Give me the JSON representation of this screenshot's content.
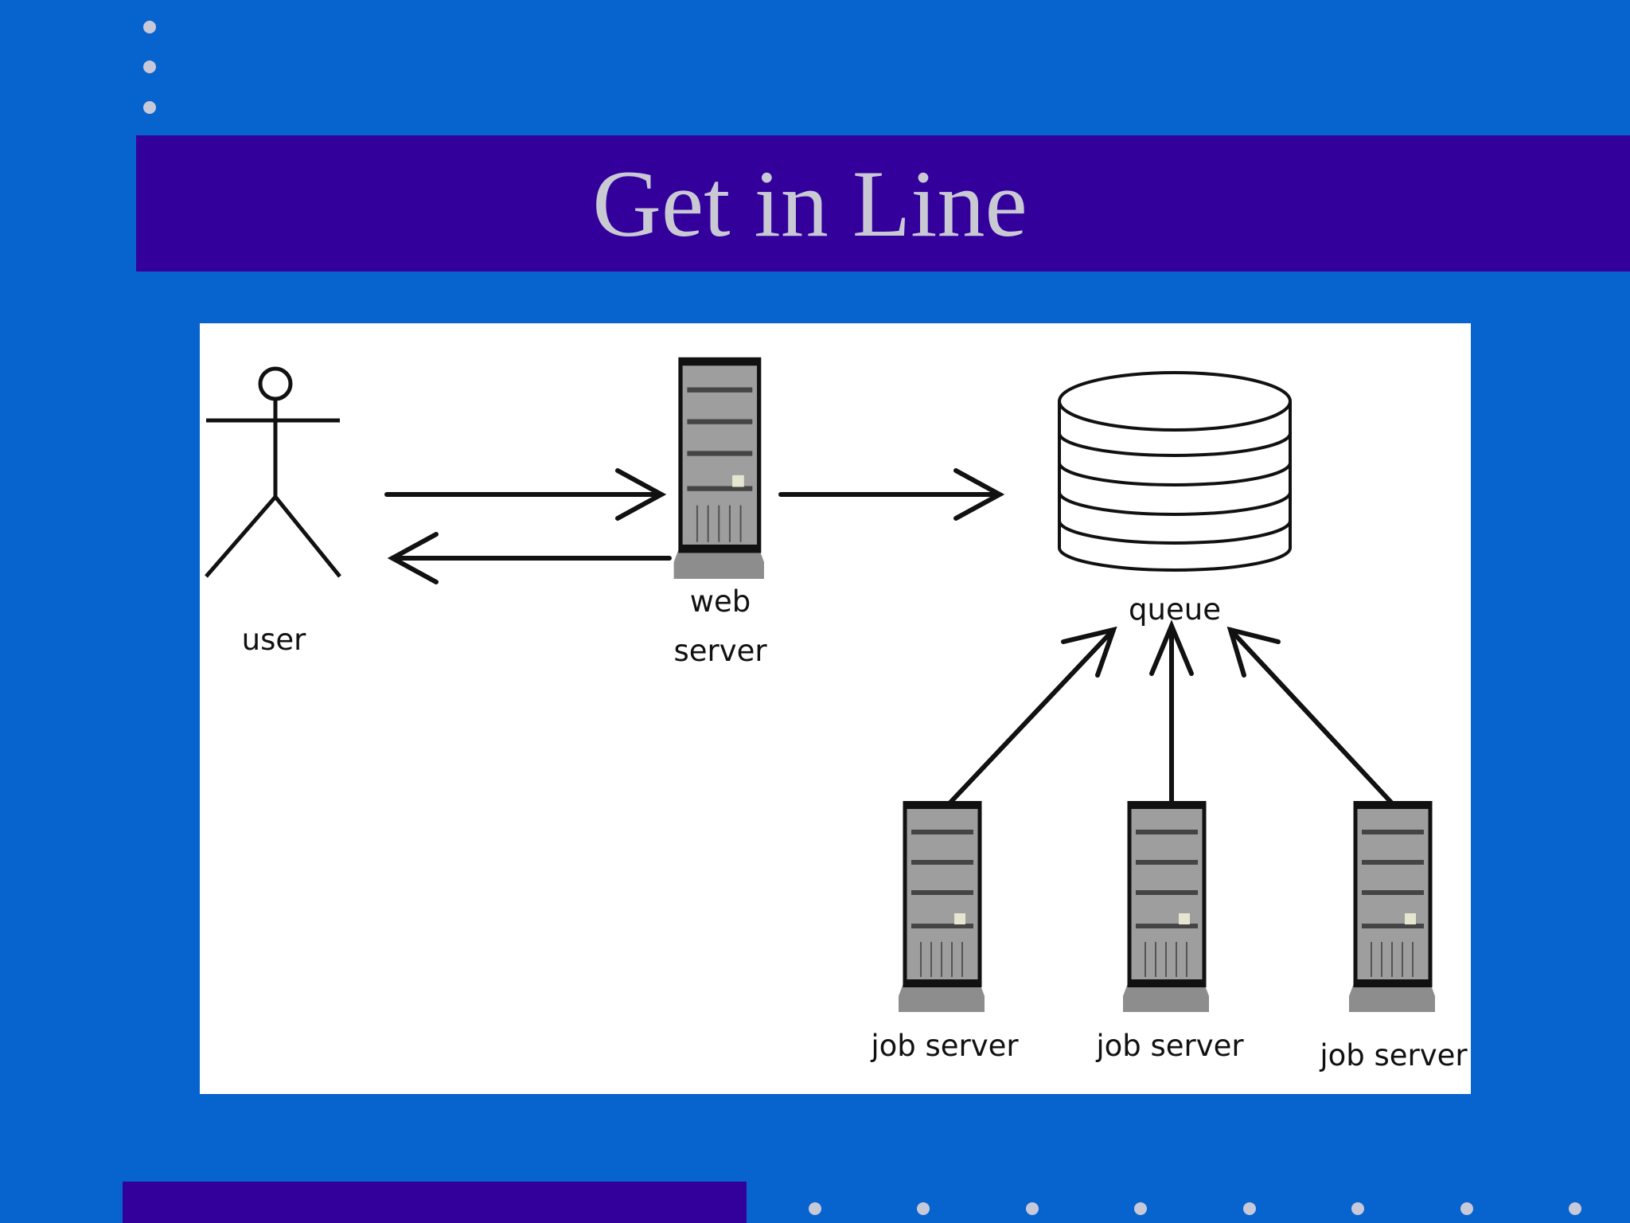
{
  "slide": {
    "title": "Get in Line",
    "colors": {
      "background": "#0764cf",
      "title_bar": "#34009c",
      "title_text": "#c9c9d4",
      "bullet_dots": "#c7c9d9",
      "diagram_background": "#ffffff"
    }
  },
  "diagram": {
    "nodes": {
      "user": {
        "label": "user",
        "icon": "stick-figure-icon"
      },
      "web_server": {
        "label_line1": "web",
        "label_line2": "server",
        "icon": "server-tower-icon"
      },
      "queue": {
        "label": "queue",
        "icon": "database-cylinder-icon"
      },
      "job_servers": [
        {
          "label": "job server",
          "icon": "server-tower-icon"
        },
        {
          "label": "job server",
          "icon": "server-tower-icon"
        },
        {
          "label": "job server",
          "icon": "server-tower-icon"
        }
      ]
    },
    "edges": [
      {
        "from": "user",
        "to": "web server"
      },
      {
        "from": "web server",
        "to": "user"
      },
      {
        "from": "web server",
        "to": "queue"
      },
      {
        "from": "job server 1",
        "to": "queue"
      },
      {
        "from": "job server 2",
        "to": "queue"
      },
      {
        "from": "job server 3",
        "to": "queue"
      }
    ]
  }
}
